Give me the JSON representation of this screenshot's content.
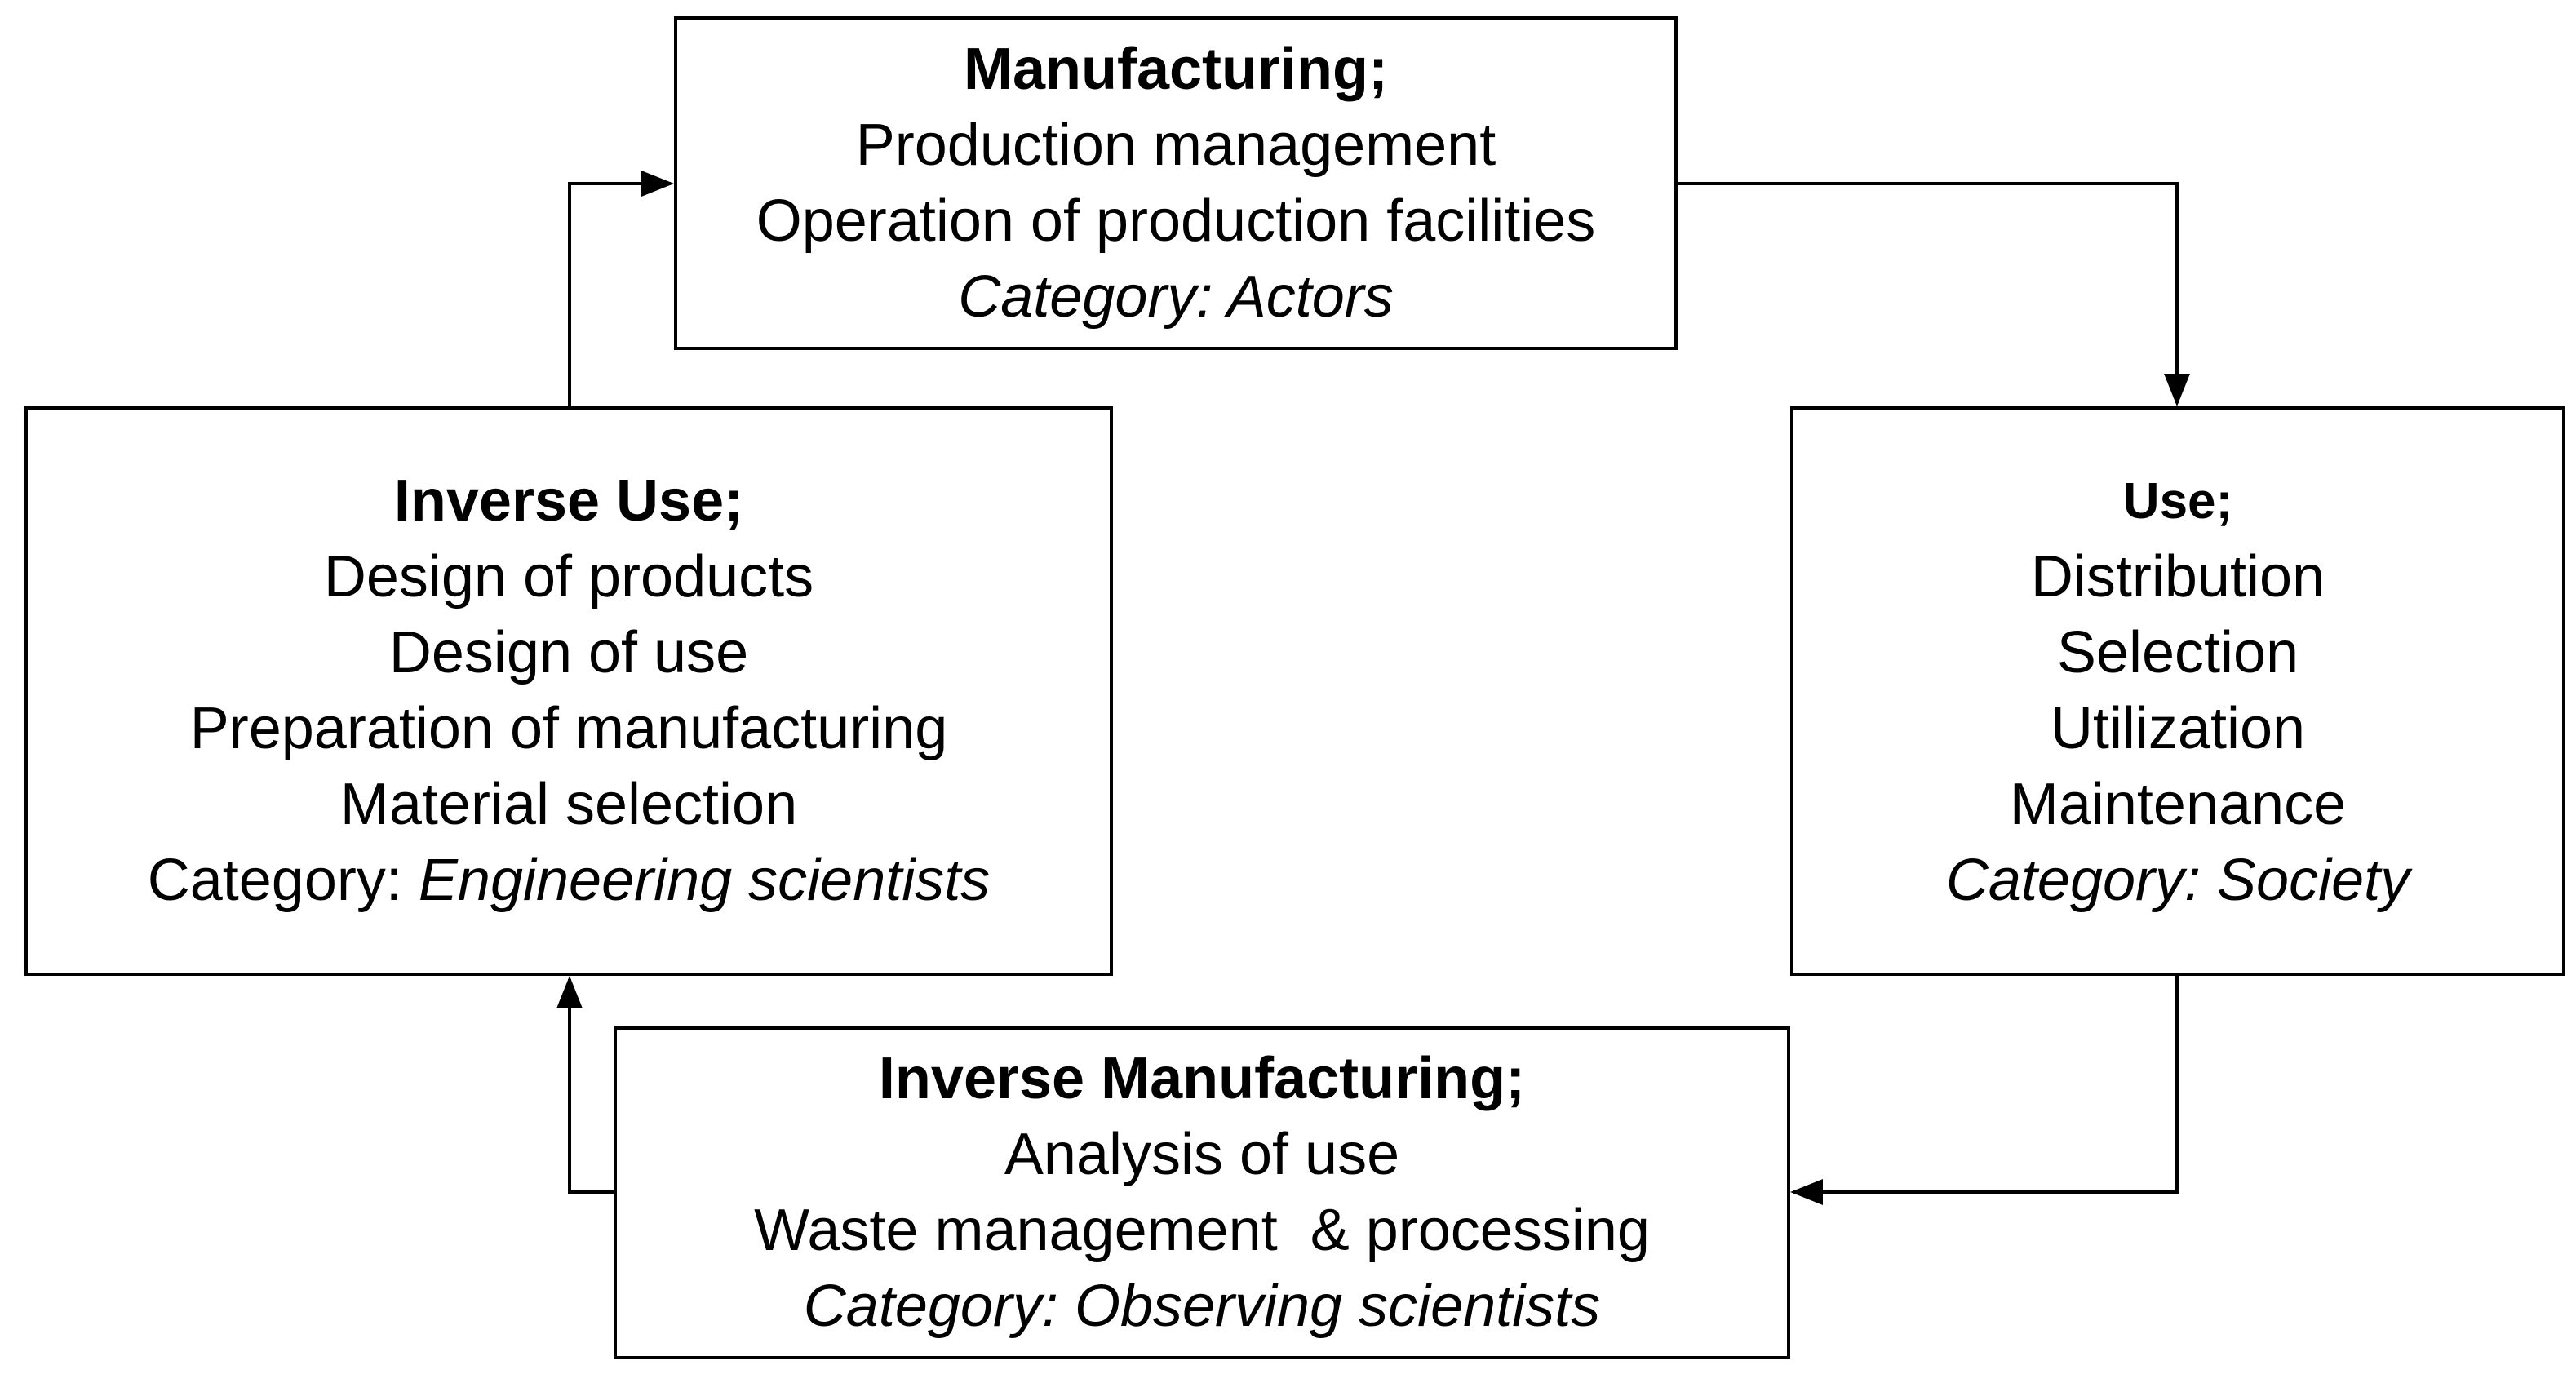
{
  "boxes": {
    "manufacturing": {
      "title": "Manufacturing;",
      "items": [
        "Production management",
        "Operation of production facilities"
      ],
      "category": "Category: Actors"
    },
    "inverse_use": {
      "title": "Inverse Use;",
      "items": [
        "Design of products",
        "Design of use",
        "Preparation of manufacturing",
        "Material selection"
      ],
      "category_prefix": "Category: ",
      "category_value": "Engineering scientists"
    },
    "use": {
      "title": "Use;",
      "items": [
        "Distribution",
        "Selection",
        "Utilization",
        "Maintenance"
      ],
      "category": "Category: Society"
    },
    "inverse_manufacturing": {
      "title": "Inverse Manufacturing;",
      "items": [
        "Analysis of use",
        "Waste management  & processing"
      ],
      "category": "Category: Observing scientists"
    }
  },
  "colors": {
    "line": "#000000",
    "background": "#ffffff"
  }
}
